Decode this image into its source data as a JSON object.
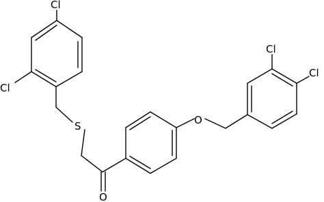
{
  "molecule": {
    "atoms": {
      "cl_top_left": "Cl",
      "cl_left": "Cl",
      "sulfur": "S",
      "oxygen_ketone": "O",
      "oxygen_ether": "O",
      "cl_top_right": "Cl",
      "cl_right": "Cl"
    }
  }
}
